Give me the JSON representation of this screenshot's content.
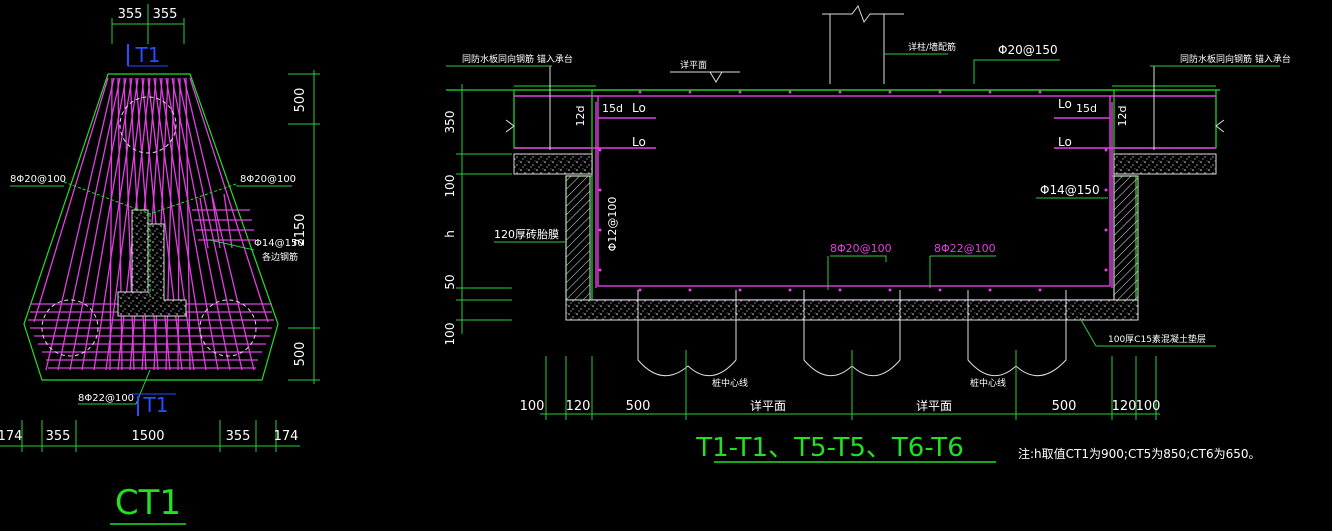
{
  "colors": {
    "background": "#000000",
    "dim": "#2ecc40",
    "white": "#ffffff",
    "magenta": "#e040e0",
    "blue": "#2450ff",
    "green_title": "#22e022"
  },
  "plan": {
    "title": "CT1",
    "section_mark_top": "T1",
    "section_mark_bottom": "T1",
    "top_dims": [
      "355",
      "355"
    ],
    "right_dims": [
      "500",
      "2150",
      "500"
    ],
    "bottom_dims": [
      "174",
      "355",
      "1500",
      "355",
      "174"
    ],
    "labels": {
      "rebar_left": "8Φ20@100",
      "rebar_right": "8Φ20@100",
      "rebar_bottom": "8Φ22@100",
      "rebar_mesh": "Φ14@150",
      "rebar_mesh_note": "各边钢筋"
    }
  },
  "section": {
    "title": "T1-T1、T5-T5、T6-T6",
    "note": "注:h取值CT1为900;CT5为850;CT6为650。",
    "left_dims": [
      "350",
      "100",
      "h",
      "50",
      "100"
    ],
    "bottom_dims": [
      "100",
      "120",
      "500",
      "详平面",
      "详平面",
      "500",
      "120",
      "100"
    ],
    "labels": {
      "top_left_note": "同防水板同向钢筋 锚入承台",
      "top_right_note": "同防水板同向钢筋 锚入承台",
      "elev": "详平面",
      "column_note": "详柱/墙配筋",
      "top_bar": "Φ20@150",
      "side_bar": "Φ14@150",
      "vert_bar": "Φ12@100",
      "bottom_bar_1": "8Φ20@100",
      "bottom_bar_2": "8Φ22@100",
      "brick": "120厚砖胎膜",
      "cushion": "100厚C15素混凝土垫层",
      "pile_center_1": "桩中心线",
      "pile_center_2": "桩中心线",
      "lo_tl": "Lo",
      "lo_ml": "Lo",
      "lo_tr": "Lo",
      "lo_mr": "Lo",
      "d15_l": "15d",
      "d15_r": "15d",
      "d12_l": "12d",
      "d12_r": "12d"
    }
  }
}
